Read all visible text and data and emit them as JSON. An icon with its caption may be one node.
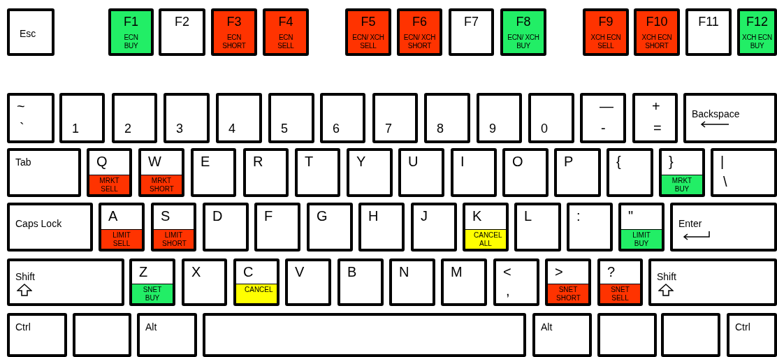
{
  "diagram": {
    "nodes": [
      {
        "text": [
          "Esc"
        ]
      },
      {
        "text": [
          "F1",
          "ECN BUY"
        ]
      },
      {
        "text": [
          "F2"
        ]
      },
      {
        "text": [
          "F3",
          "ECN SHORT"
        ]
      },
      {
        "text": [
          "F4",
          "ECN SELL"
        ]
      },
      {
        "text": [
          "F5",
          "ECN/ XCH SELL"
        ]
      },
      {
        "text": [
          "F6",
          "ECN/ XCH SHORT"
        ]
      },
      {
        "text": [
          "F7"
        ]
      },
      {
        "text": [
          "F8",
          "ECN/ XCH BUY"
        ]
      },
      {
        "text": [
          "F9",
          "XCH ECN SELL"
        ]
      },
      {
        "text": [
          "F10",
          "XCH ECN SHORT"
        ]
      },
      {
        "text": [
          "F11"
        ]
      },
      {
        "text": [
          "F12",
          "XCH ECN BUY"
        ]
      },
      {
        "text": [
          "~",
          "`"
        ]
      },
      {
        "text": [
          "1"
        ]
      },
      {
        "text": [
          "2"
        ]
      },
      {
        "text": [
          "3"
        ]
      },
      {
        "text": [
          "4"
        ]
      },
      {
        "text": [
          "5"
        ]
      },
      {
        "text": [
          "6"
        ]
      },
      {
        "text": [
          "7"
        ]
      },
      {
        "text": [
          "8"
        ]
      },
      {
        "text": [
          "9"
        ]
      },
      {
        "text": [
          "0"
        ]
      },
      {
        "text": [
          "—",
          "-"
        ]
      },
      {
        "text": [
          "+",
          "="
        ]
      },
      {
        "text": [
          "Backspace"
        ]
      },
      {
        "text": [
          "Tab"
        ]
      },
      {
        "text": [
          "Q",
          "MRKT SELL"
        ]
      },
      {
        "text": [
          "W",
          "MRKT SHORT"
        ]
      },
      {
        "text": [
          "E"
        ]
      },
      {
        "text": [
          "R"
        ]
      },
      {
        "text": [
          "T"
        ]
      },
      {
        "text": [
          "Y"
        ]
      },
      {
        "text": [
          "U"
        ]
      },
      {
        "text": [
          "I"
        ]
      },
      {
        "text": [
          "O"
        ]
      },
      {
        "text": [
          "P"
        ]
      },
      {
        "text": [
          "{"
        ]
      },
      {
        "text": [
          "}",
          "MRKT BUY"
        ]
      },
      {
        "text": [
          "|",
          "\\"
        ]
      },
      {
        "text": [
          "Caps Lock"
        ]
      },
      {
        "text": [
          "A",
          "LIMIT SELL"
        ]
      },
      {
        "text": [
          "S",
          "LIMIT SHORT"
        ]
      },
      {
        "text": [
          "D"
        ]
      },
      {
        "text": [
          "F"
        ]
      },
      {
        "text": [
          "G"
        ]
      },
      {
        "text": [
          "H"
        ]
      },
      {
        "text": [
          "J"
        ]
      },
      {
        "text": [
          "K",
          "CANCEL ALL"
        ]
      },
      {
        "text": [
          "L"
        ]
      },
      {
        "text": [
          ":"
        ]
      },
      {
        "text": [
          "\"",
          "LIMIT BUY"
        ]
      },
      {
        "text": [
          "Enter"
        ]
      },
      {
        "text": [
          "Shift"
        ]
      },
      {
        "text": [
          "Z",
          "SNET BUY"
        ]
      },
      {
        "text": [
          "X"
        ]
      },
      {
        "text": [
          "C",
          "CANCEL"
        ]
      },
      {
        "text": [
          "V"
        ]
      },
      {
        "text": [
          "B"
        ]
      },
      {
        "text": [
          "N"
        ]
      },
      {
        "text": [
          "M"
        ]
      },
      {
        "text": [
          "<",
          ","
        ]
      },
      {
        "text": [
          ">",
          "SNET SHORT"
        ]
      },
      {
        "text": [
          "?",
          "SNET SELL"
        ]
      },
      {
        "text": [
          "Shift"
        ]
      },
      {
        "text": [
          "Ctrl"
        ]
      },
      {
        "text": [],
        "shape": "box"
      },
      {
        "text": [
          "Alt"
        ]
      },
      {
        "text": [],
        "shape": "box"
      },
      {
        "text": [
          "Alt"
        ]
      },
      {
        "text": [],
        "shape": "box"
      },
      {
        "text": [],
        "shape": "box"
      },
      {
        "text": [
          "Ctrl"
        ]
      }
    ],
    "edges": []
  }
}
